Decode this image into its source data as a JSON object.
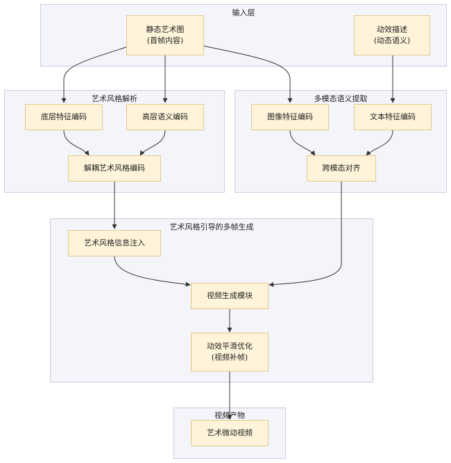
{
  "groups": {
    "input": {
      "title": "输入层"
    },
    "style_parse": {
      "title": "艺术风格解析"
    },
    "semantic": {
      "title": "多模态语义提取"
    },
    "generation": {
      "title": "艺术风格引导的多帧生成"
    },
    "output": {
      "title": "视频产物"
    }
  },
  "nodes": {
    "static_art": {
      "line1": "静态艺术图",
      "line2": "(首帧内容)"
    },
    "motion_desc": {
      "line1": "动效描述",
      "line2": "(动态语义)"
    },
    "low_feat": {
      "line1": "底层特征编码"
    },
    "high_sem": {
      "line1": "高层语义编码"
    },
    "img_feat": {
      "line1": "图像特征编码"
    },
    "txt_feat": {
      "line1": "文本特征编码"
    },
    "decouple": {
      "line1": "解耦艺术风格编码"
    },
    "cross_align": {
      "line1": "跨模态对齐"
    },
    "style_inject": {
      "line1": "艺术风格信息注入"
    },
    "video_gen": {
      "line1": "视频生成模块"
    },
    "smooth": {
      "line1": "动效平滑优化",
      "line2": "(视频补帧)"
    },
    "micro_video": {
      "line1": "艺术微动视频"
    }
  },
  "colors": {
    "group_fill": "#f4f4fb",
    "group_border": "#c9cbe3",
    "node_fill": "#fff3d9",
    "node_border": "#e2c98a",
    "edge": "#333333"
  }
}
